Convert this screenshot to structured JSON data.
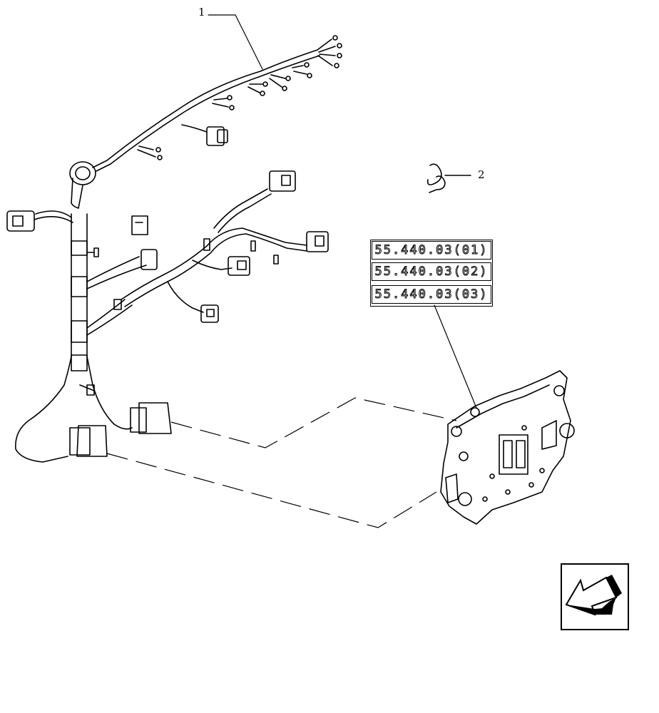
{
  "callouts": {
    "item1": "1",
    "item2": "2"
  },
  "references": [
    {
      "label": "55.440.03(01)"
    },
    {
      "label": "55.440.03(02)"
    },
    {
      "label": "55.440.03(03)"
    }
  ],
  "icons": {
    "nav": "back-arrow-icon"
  }
}
